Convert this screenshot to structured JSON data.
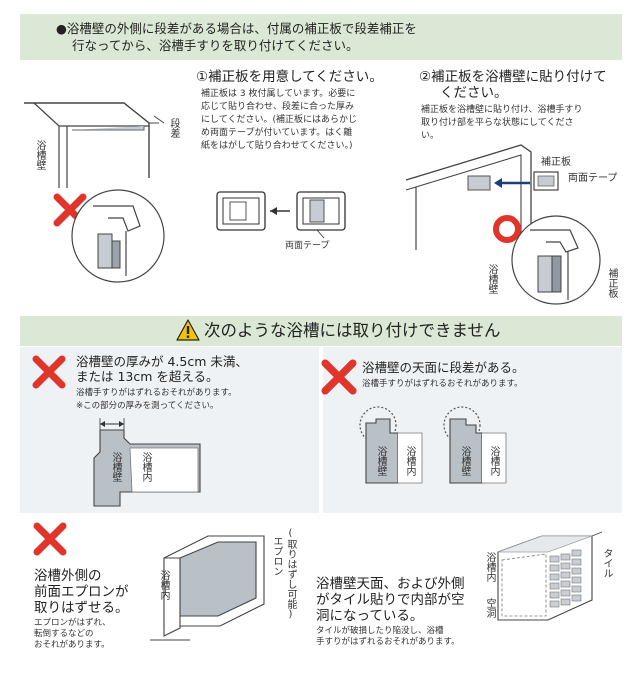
{
  "top_banner": {
    "line1": "●浴槽壁の外側に段差がある場合は、付属の補正板で段差補正を",
    "line2": "行なってから、浴槽手すりを取り付けてください。"
  },
  "left_diagram": {
    "label_step": "段差",
    "label_wall": "浴槽壁"
  },
  "step1": {
    "title": "①補正板を用意してください。",
    "body": [
      "補正板は 3 枚付属しています。必要に",
      "応じて貼り合わせ、段差に合った厚み",
      "にしてください。(補正板にはあらかじ",
      "め両面テープが付いています。はく離",
      "紙をはがして貼り合わせてください。)"
    ],
    "tape_label": "両面テープ"
  },
  "step2": {
    "title_line1": "②補正板を浴槽壁に貼り付けて",
    "title_line2": "ください。",
    "body": [
      "補正板を浴槽壁に貼り付け、浴槽手すり",
      "取り付け部を平らな状態にしてくださ",
      "い。"
    ],
    "label_plate": "補正板",
    "label_tape": "両面テープ",
    "label_wall": "浴槽壁",
    "label_plate_vertical": "補正板"
  },
  "warning_header": {
    "text": "次のような浴槽には取り付けできません",
    "icon": "warning-triangle-icon"
  },
  "case1": {
    "line1": "浴槽壁の厚みが 4.5cm 未満、",
    "line2": "または 13cm を超える。",
    "note1": "浴槽手すりがはずれるおそれがあります。",
    "note2": "※この部分の厚みを測ってください。",
    "label_wall": "浴槽壁",
    "label_inside": "浴槽内"
  },
  "case2": {
    "title": "浴槽壁の天面に段差がある。",
    "note": "浴槽手すりがはずれるおそれがあります。",
    "label_wall": "浴槽壁",
    "label_inside": "浴槽内"
  },
  "case3": {
    "lines": [
      "浴槽外側の",
      "前面エプロンが",
      "取りはずせる。"
    ],
    "notes": [
      "エプロンがはずれ、",
      "転倒するなどの",
      "おそれがあります。"
    ],
    "label_inside": "浴槽内",
    "label_apron": "エプロン",
    "label_removable": "(取りはずし可能)"
  },
  "case4": {
    "lines": [
      "浴槽壁天面、および外側",
      "がタイル貼りで内部が空",
      "洞になっている。"
    ],
    "notes": [
      "タイルが破損したり陥没し、浴槽",
      "手すりがはずれるおそれがあります。"
    ],
    "label_inside": "浴槽内",
    "label_hollow": "空洞",
    "label_tile": "タイル"
  },
  "colors": {
    "band": "#dbe8d5",
    "panel": "#eff2f5",
    "red": "#e0352a",
    "diagram_gray": "#b9c0c6"
  }
}
